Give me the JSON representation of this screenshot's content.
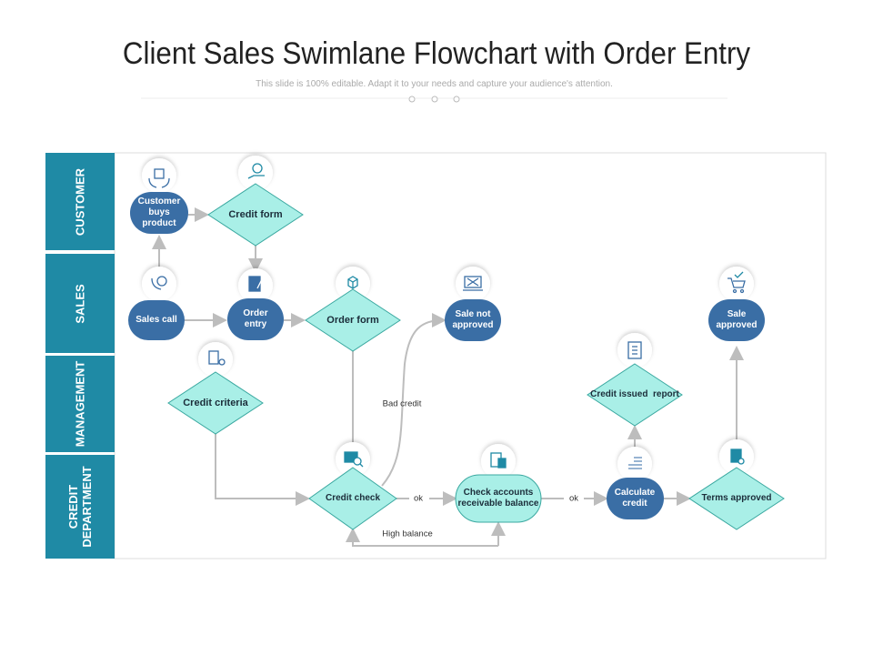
{
  "title": "Client Sales Swimlane Flowchart with Order Entry",
  "subtitle": "This slide is 100% editable. Adapt it to your needs and capture your audience's attention.",
  "colors": {
    "lane": "#1f8aa5",
    "dark_node": "#3a6ea5",
    "light_node": "#a9efe7",
    "stroke": "#3aa8a0",
    "arrow": "#bdbdbd"
  },
  "lanes": [
    {
      "label": "CUSTOMER"
    },
    {
      "label": "SALES"
    },
    {
      "label": "MANAGEMENT"
    },
    {
      "label": "CREDIT\nDEPARTMENT"
    }
  ],
  "nodes": {
    "customer_buys": "Customer\nbuys\nproduct",
    "credit_form": "Credit form",
    "sales_call": "Sales call",
    "order_entry": "Order\nentry",
    "order_form": "Order form",
    "sale_not_approved": "Sale not\napproved",
    "sale_approved": "Sale\napproved",
    "credit_criteria": "Credit criteria",
    "credit_issued": "Credit issued  report",
    "credit_check": "Credit check",
    "check_accounts": "Check accounts\nreceivable balance",
    "calculate_credit": "Calculate\ncredit",
    "terms_approved": "Terms approved"
  },
  "edges": {
    "bad_credit": "Bad credit",
    "ok1": "ok",
    "ok2": "ok",
    "high_balance": "High balance"
  }
}
